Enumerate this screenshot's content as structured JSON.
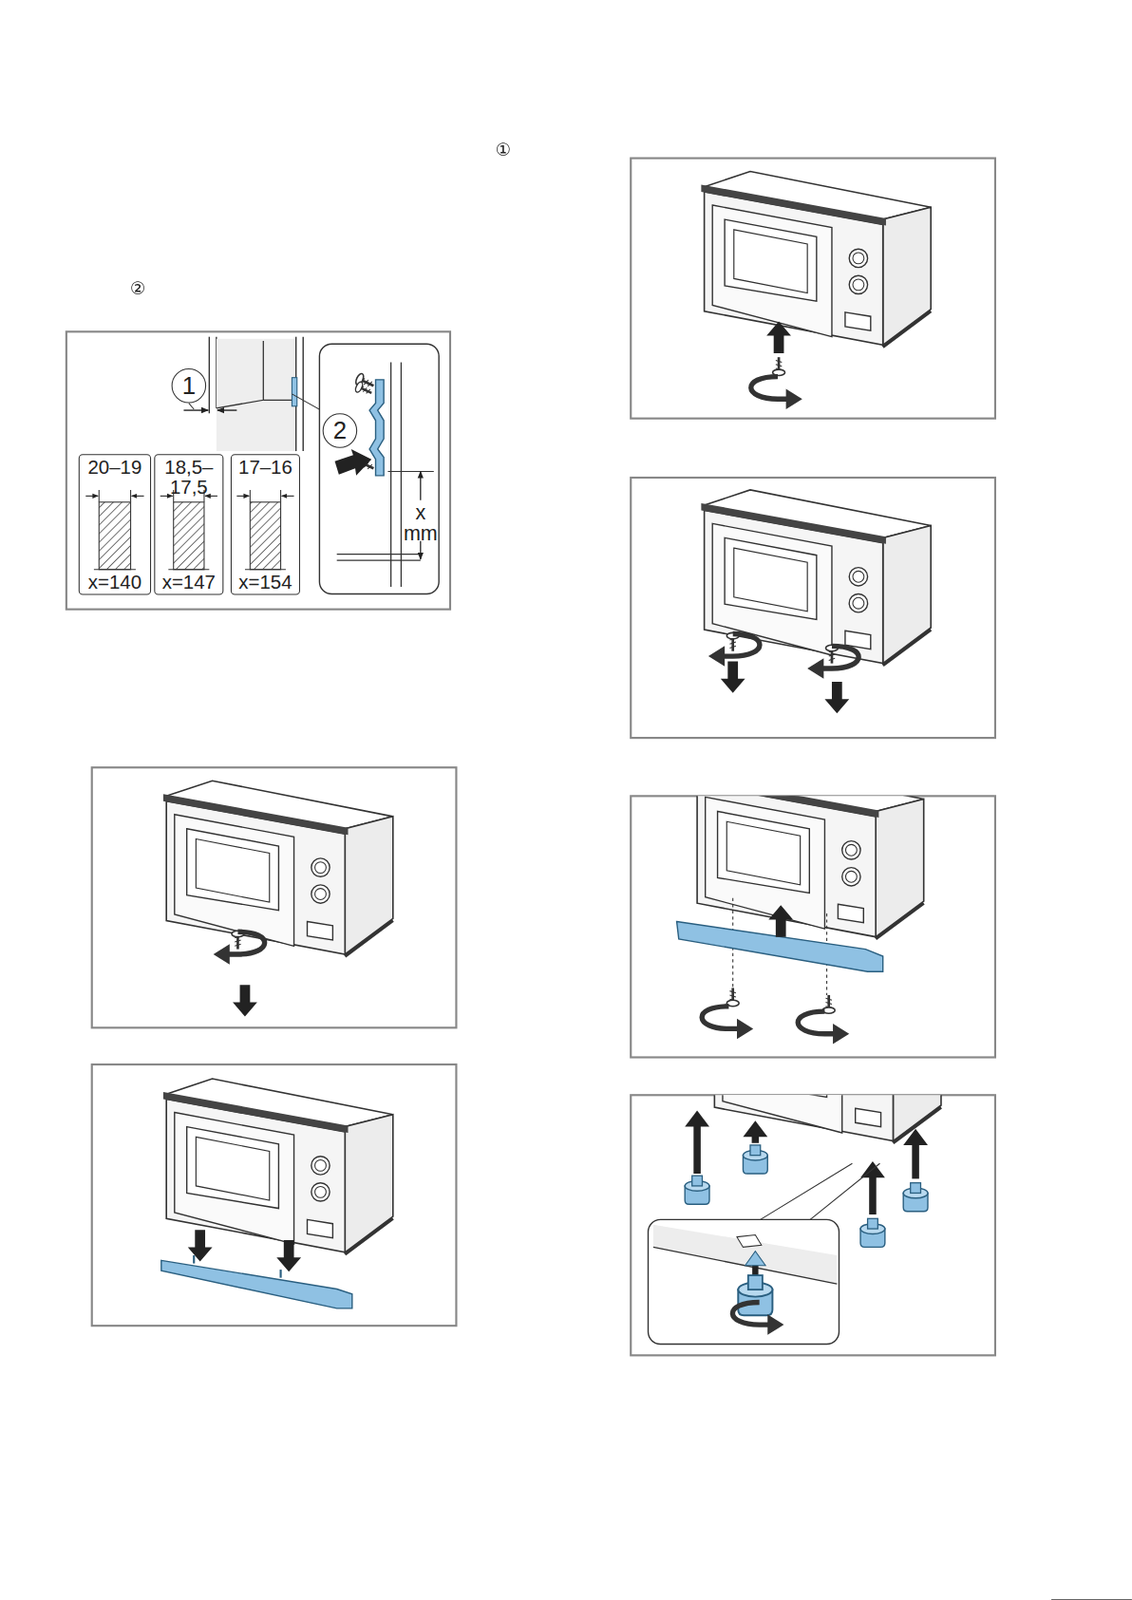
{
  "diagram": {
    "nodes": [
      {
        "text": [
          "1"
        ]
      },
      {
        "text": [
          "2"
        ]
      },
      {
        "text": [
          "20–19",
          "x=140"
        ]
      },
      {
        "text": [
          "18,5– 17,5",
          "x=147"
        ]
      },
      {
        "text": [
          "17–16",
          "x=154"
        ]
      }
    ],
    "labels": [
      "①",
      "②",
      "x",
      "mm"
    ]
  }
}
